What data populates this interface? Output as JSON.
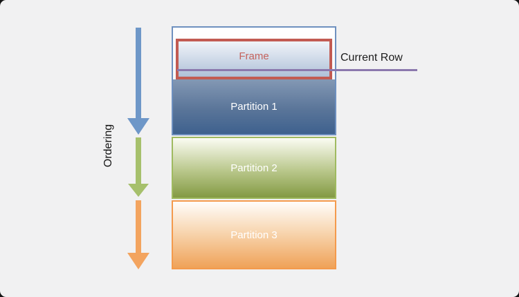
{
  "ordering": {
    "label": "Ordering"
  },
  "frame": {
    "label": "Frame",
    "border_color": "#c25b52",
    "label_color": "#c4625c"
  },
  "current_row": {
    "label": "Current Row",
    "line_color": "#8b78ad"
  },
  "partitions": [
    {
      "label": "Partition 1",
      "accent_color": "#6e90bf",
      "arrow_color": "#6e97c8",
      "fill_to": "#3e618e"
    },
    {
      "label": "Partition 2",
      "accent_color": "#9fba60",
      "arrow_color": "#a6c06c",
      "fill_to": "#839a43"
    },
    {
      "label": "Partition 3",
      "accent_color": "#f49a4c",
      "arrow_color": "#f3a45f",
      "fill_to": "#efa258"
    }
  ],
  "canvas": {
    "background": "#f1f1f2"
  }
}
